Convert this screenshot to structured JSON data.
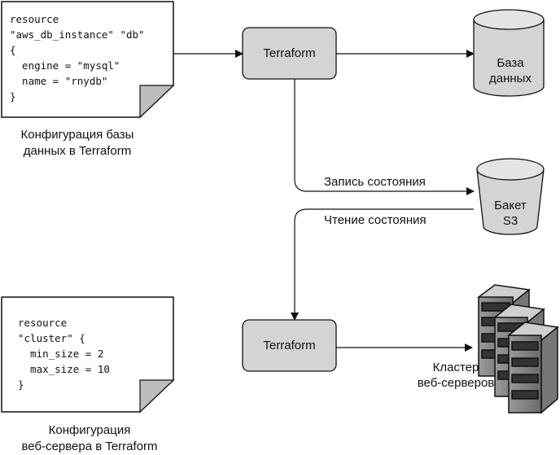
{
  "db_config": {
    "code": [
      "resource",
      "\"aws_db_instance\" \"db\"",
      "{",
      "  engine = \"mysql\"",
      "  name = \"rnydb\"",
      "}"
    ],
    "caption": [
      "Конфигурация базы",
      "данных в Terraform"
    ]
  },
  "web_config": {
    "code": [
      "resource",
      "\"cluster\" {",
      "  min_size = 2",
      "  max_size = 10",
      "}"
    ],
    "caption": [
      "Конфигурация",
      "веб-сервера в Terraform"
    ]
  },
  "terraform_top": {
    "label": "Terraform"
  },
  "terraform_bottom": {
    "label": "Terraform"
  },
  "database": {
    "label": [
      "База",
      "данных"
    ]
  },
  "bucket": {
    "label": [
      "Бакет",
      "S3"
    ]
  },
  "servers": {
    "label": [
      "Кластер",
      "веб-серверов"
    ],
    "icon": "server-cluster-icon"
  },
  "edges": {
    "write_state": "Запись состояния",
    "read_state": "Чтение состояния"
  },
  "colors": {
    "box_fill": "#d4d4d4",
    "stroke": "#111111",
    "fold_fill": "#b8b8b8"
  }
}
